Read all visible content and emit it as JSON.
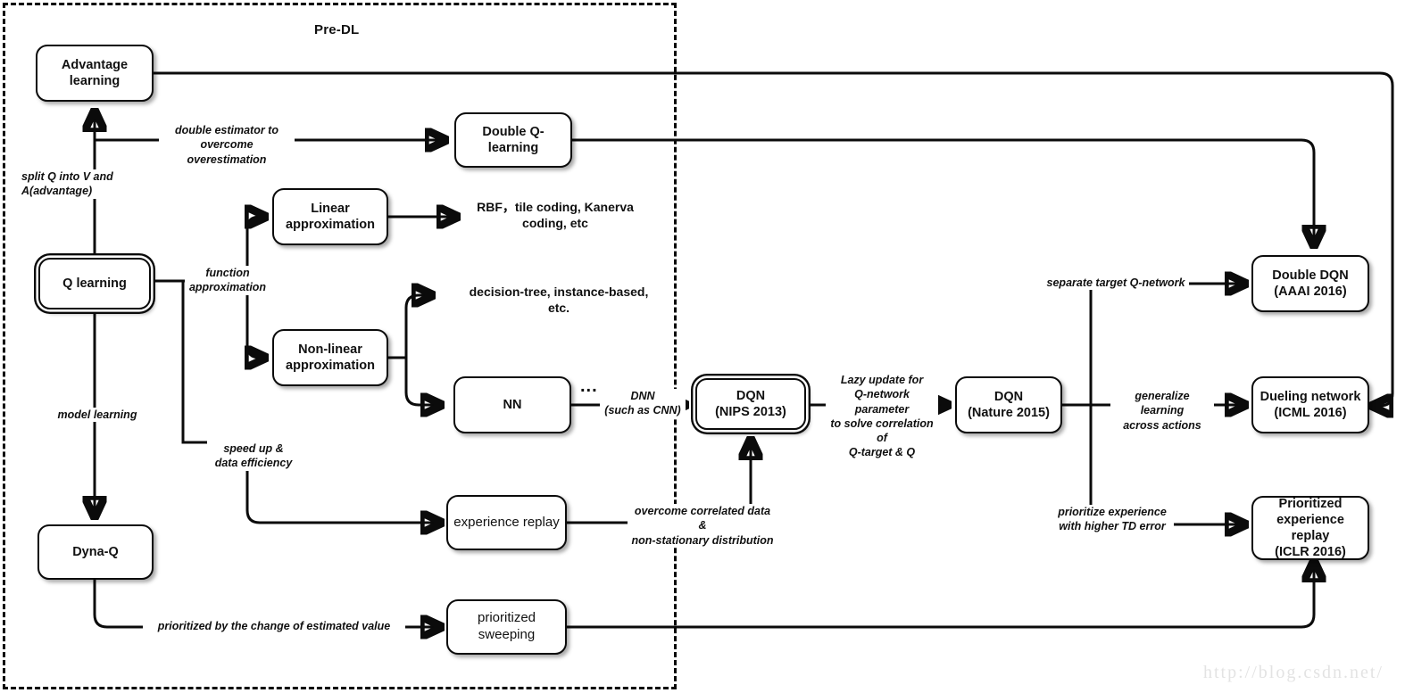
{
  "diagram": {
    "title": "Pre-DL",
    "watermark": "http://blog.csdn.net/",
    "ellipsis": "...",
    "colors": {
      "stroke": "#0b0b0b",
      "background": "#ffffff",
      "watermark": "#e3e3e3"
    }
  },
  "nodes": {
    "advantage_learning": "Advantage\nlearning",
    "double_q_learning": "Double Q-learning",
    "q_learning": "Q learning",
    "linear_approximation": "Linear\napproximation",
    "nonlinear_approximation": "Non-linear\napproximation",
    "nn": "NN",
    "dyna_q": "Dyna-Q",
    "experience_replay": "experience replay",
    "prioritized_sweeping": "prioritized\nsweeping",
    "dqn_nips": "DQN\n(NIPS 2013)",
    "dqn_nature": "DQN\n(Nature 2015)",
    "double_dqn": "Double DQN\n(AAAI 2016)",
    "dueling_network": "Dueling network\n(ICML 2016)",
    "prioritized_experience_replay": "Prioritized\nexperience replay\n(ICLR 2016)"
  },
  "labels": {
    "split_q": "split Q into V and A(advantage)",
    "double_estimator": "double estimator to\novercome overestimation",
    "function_approximation": "function\napproximation",
    "rbf_etc": "RBF，tile coding, Kanerva\ncoding, etc",
    "decision_tree": "decision-tree, instance-based,\netc.",
    "dnn": "DNN\n(such as CNN)",
    "model_learning": "model learning",
    "speed_up": "speed up &\ndata efficiency",
    "overcome_correlated": "overcome correlated data &\nnon-stationary distribution",
    "lazy_update": "Lazy update for\nQ-network parameter\nto solve correlation of\nQ-target & Q",
    "separate_target": "separate target Q-network",
    "generalize_learning": "generalize learning\nacross actions",
    "prioritize_experience": "prioritize experience\nwith higher TD error",
    "prioritized_by_change": "prioritized by the change of estimated value"
  }
}
